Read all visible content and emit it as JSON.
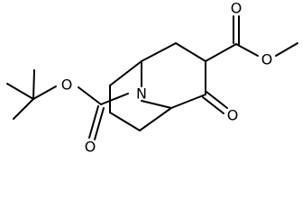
{
  "molecule": {
    "atoms": {
      "carbonyl_o_upper": "O",
      "ester_o_methyl": "O",
      "ester_o_tbu": "O",
      "carbonyl_o_lower": "O",
      "ketone_o": "O",
      "bridge_n": "N"
    },
    "colors": {
      "bond": "#000000",
      "label": "#000000",
      "background": "#ffffff"
    }
  }
}
